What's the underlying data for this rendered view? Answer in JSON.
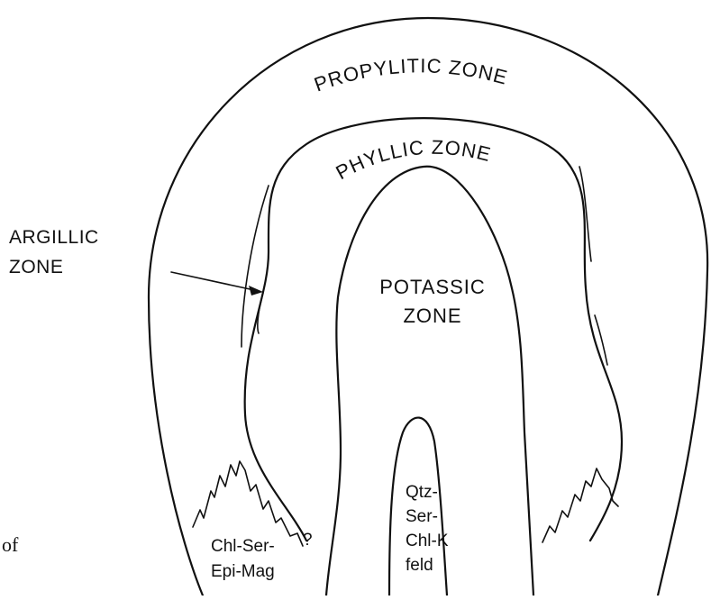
{
  "diagram": {
    "zones": {
      "propylitic": {
        "label": "PROPYLITIC ZONE"
      },
      "phyllic": {
        "label": "PHYLLIC ZONE"
      },
      "argillic": {
        "line1": "ARGILLIC",
        "line2": "ZONE"
      },
      "potassic": {
        "line1": "POTASSIC",
        "line2": "ZONE"
      }
    },
    "core_assemblage": [
      "Qtz-",
      "Ser-",
      "Chl-K",
      "feld"
    ],
    "outer_assemblage": {
      "line1": "Chl-Ser-",
      "line2": "Epi-Mag"
    },
    "uncertain_mark": "?",
    "page_fragment": "of"
  }
}
